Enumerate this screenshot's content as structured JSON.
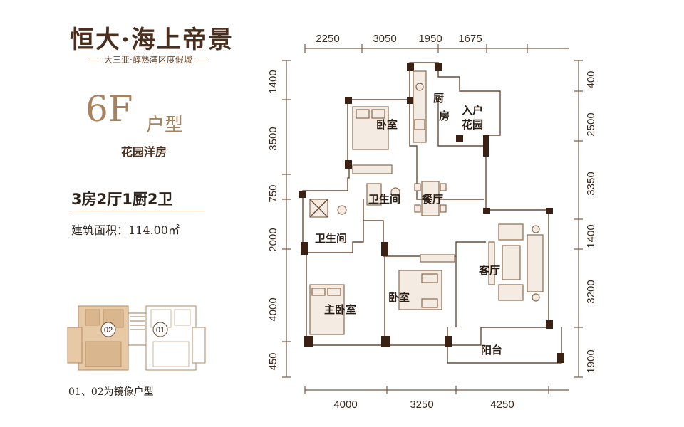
{
  "brand": {
    "name": "恒大·海上帝景",
    "tagline": "大三亚·醇熟湾区度假城"
  },
  "unit": {
    "code": "6F",
    "suffix": "户型",
    "kind": "花园洋房",
    "layout": "3房2厅1厨2卫",
    "area": "建筑面积：114.00㎡"
  },
  "keyplan": {
    "unit_a": "02",
    "unit_b": "01",
    "note": "01、02为镜像户型"
  },
  "dimensions": {
    "top": [
      "2250",
      "3050",
      "1950",
      "1675"
    ],
    "bottom": [
      "4000",
      "3250",
      "4250"
    ],
    "left": [
      "1400",
      "3500",
      "750",
      "2000",
      "4000",
      "450"
    ],
    "right": [
      "400",
      "2500",
      "3350",
      "1400",
      "3200",
      "1900"
    ]
  },
  "rooms": {
    "bedroom_top": "卧室",
    "kitchen_1": "厨",
    "kitchen_2": "房",
    "entry_garden_1": "入户",
    "entry_garden_2": "花园",
    "bathroom_1": "卫生间",
    "dining": "餐厅",
    "bathroom_2": "卫生间",
    "living": "客厅",
    "master_bedroom": "主卧室",
    "bedroom_mid": "卧室",
    "balcony": "阳台"
  },
  "colors": {
    "wall": "#3b2114",
    "accent": "#a8825c",
    "keyplan_highlight": "#e7c9a6"
  }
}
